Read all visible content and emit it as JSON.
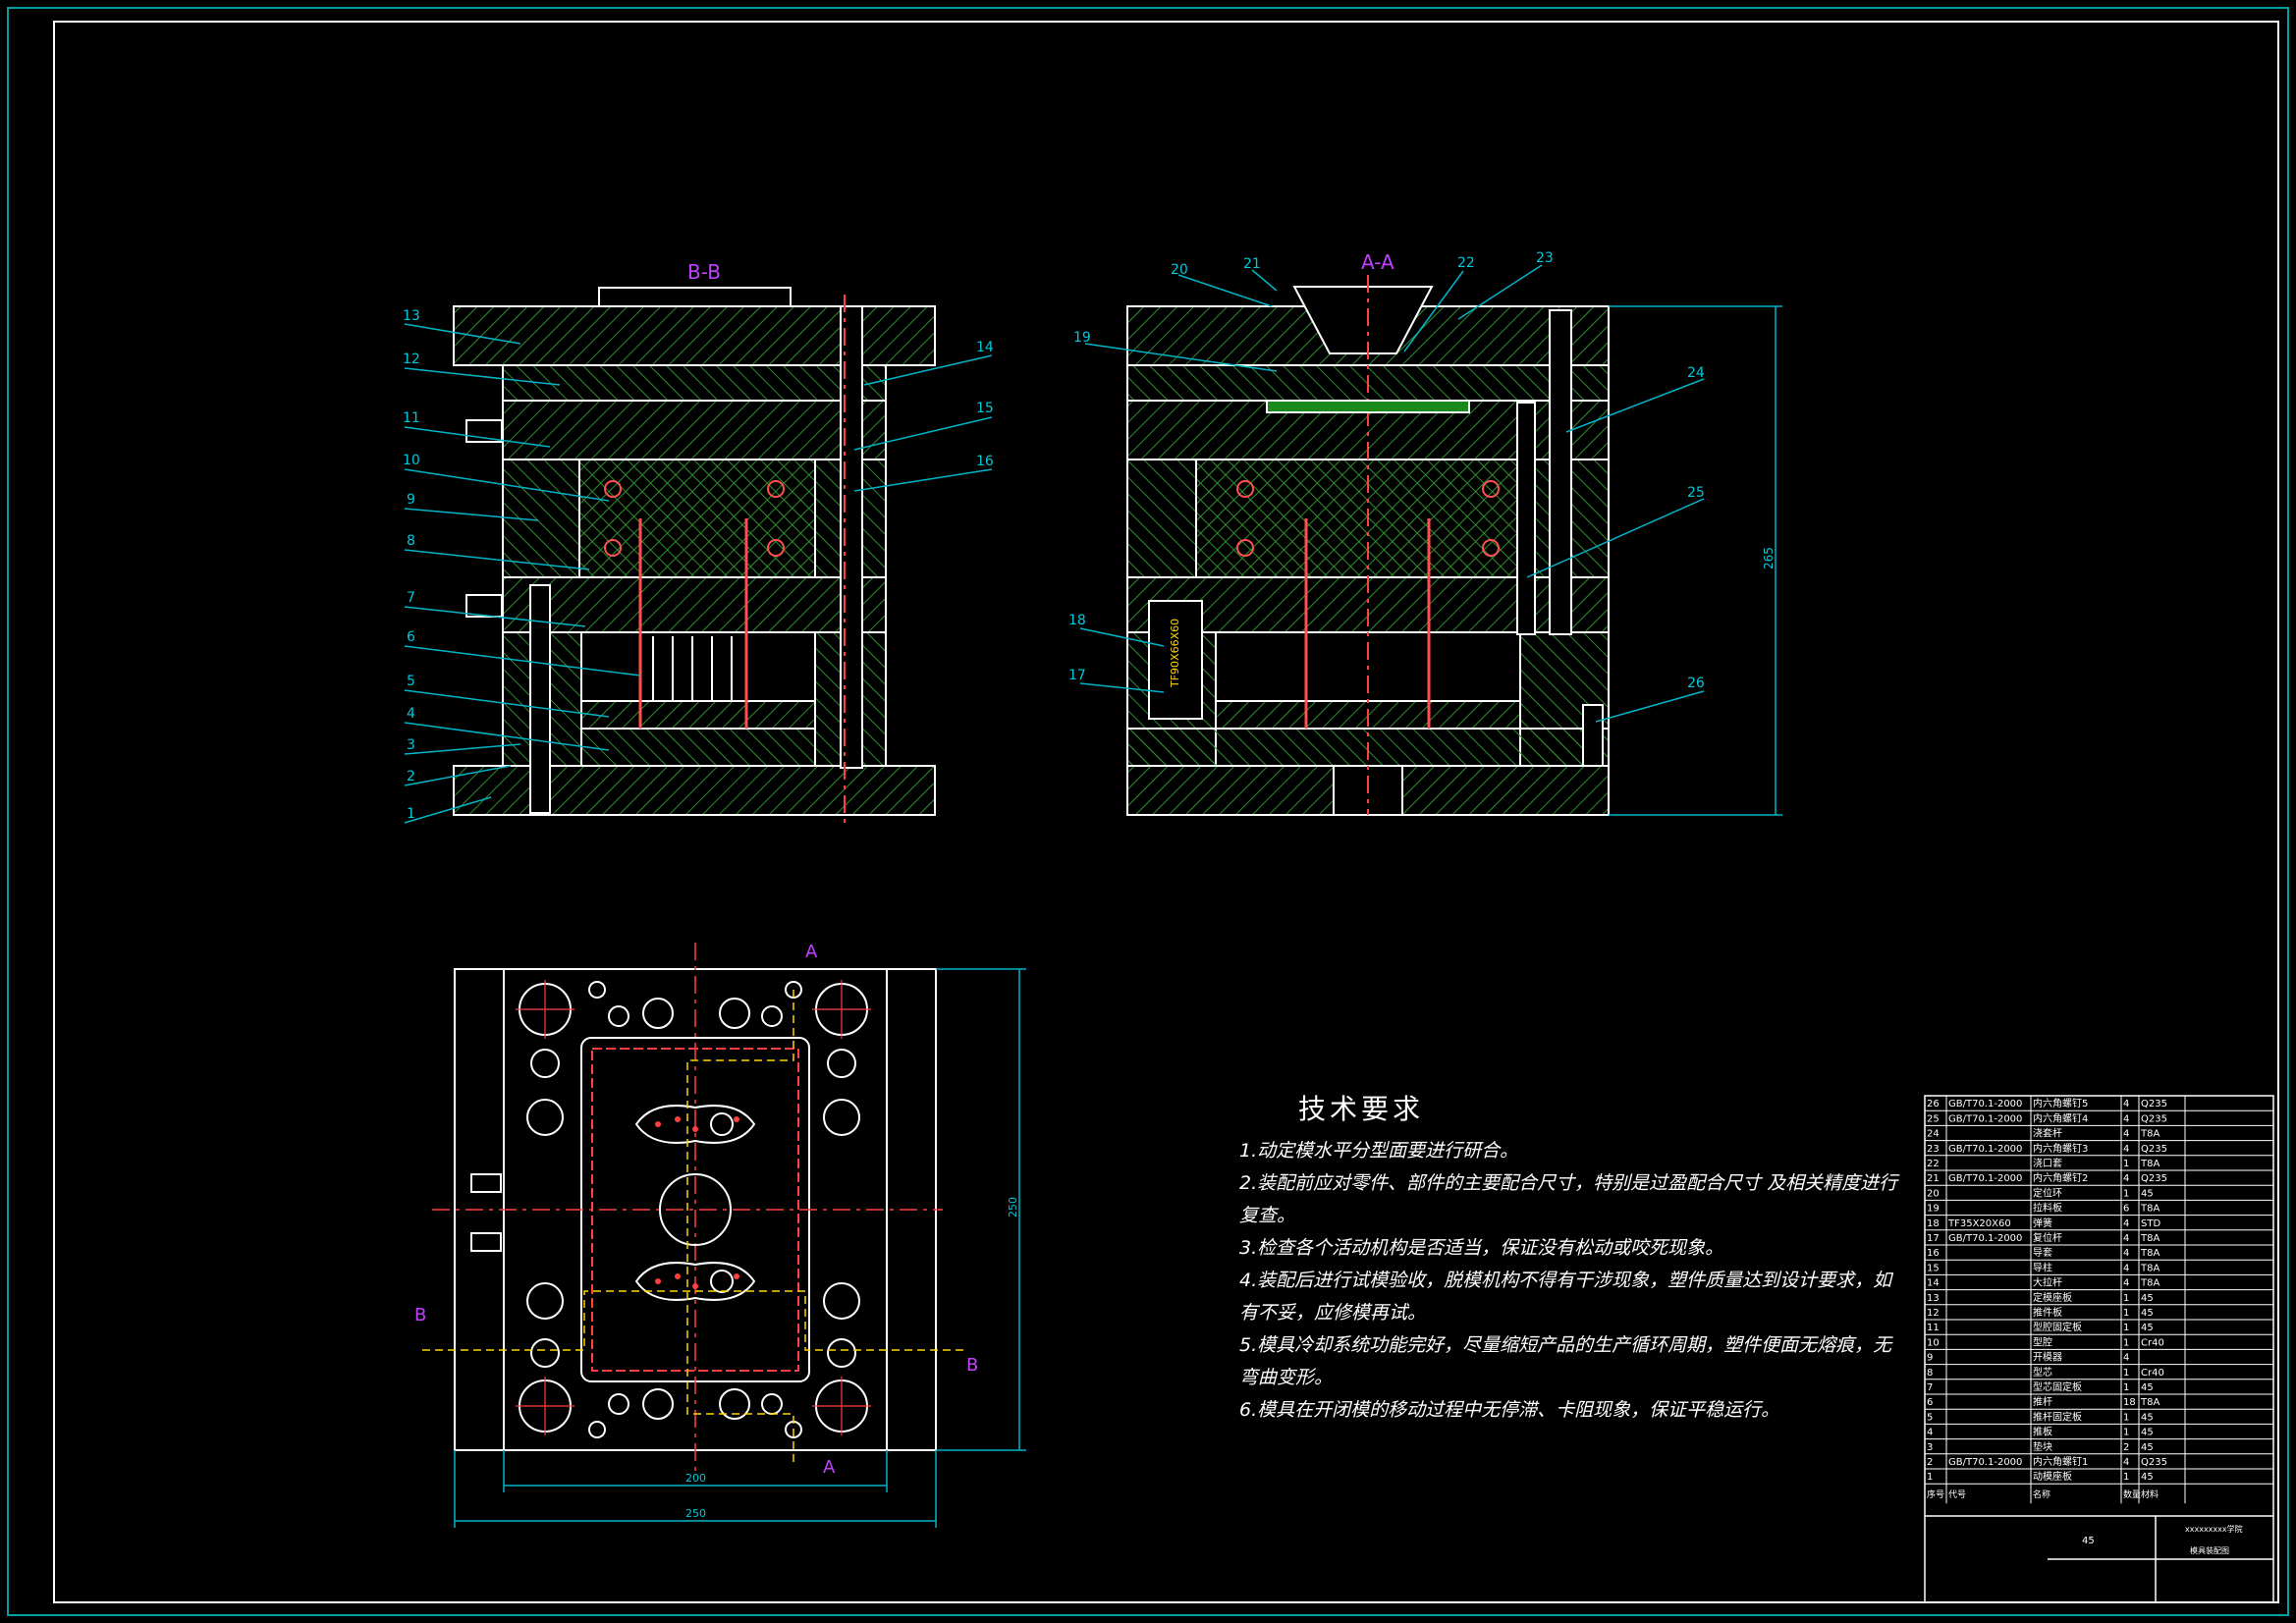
{
  "section_labels": {
    "bb": "B-B",
    "aa": "A-A"
  },
  "callouts_left": [
    "13",
    "12",
    "11",
    "10",
    "9",
    "8",
    "7",
    "6",
    "5",
    "4",
    "3",
    "2",
    "1",
    "14",
    "15",
    "16"
  ],
  "callouts_right": [
    "20",
    "21",
    "22",
    "23",
    "19",
    "24",
    "25",
    "18",
    "17",
    "26"
  ],
  "dimensions": {
    "height_right": "265",
    "top_width_inner": "200",
    "top_width_outer": "250",
    "top_height": "250"
  },
  "component_label": "TF90X66X60",
  "plan_markers": {
    "A": "A",
    "B": "B"
  },
  "tech_requirements": {
    "title": "技术要求",
    "items": [
      "1.动定模水平分型面要进行研合。",
      "2.装配前应对零件、部件的主要配合尺寸，特别是过盈配合尺寸        及相关精度进行复查。",
      "3.检查各个活动机构是否适当，保证没有松动或咬死现象。",
      "4.装配后进行试模验收，脱模机构不得有干涉现象，塑件质量达到设计要求，如有不妥，应修模再试。",
      "5.模具冷却系统功能完好，尽量缩短产品的生产循环周期，塑件便面无熔痕，无弯曲变形。",
      "6.模具在开闭模的移动过程中无停滞、卡阻现象，保证平稳运行。"
    ]
  },
  "bom": {
    "rows": [
      [
        "26",
        "GB/T70.1-2000",
        "内六角螺钉5",
        "4",
        "Q235"
      ],
      [
        "25",
        "GB/T70.1-2000",
        "内六角螺钉4",
        "4",
        "Q235"
      ],
      [
        "24",
        "",
        "浇套杆",
        "4",
        "T8A"
      ],
      [
        "23",
        "GB/T70.1-2000",
        "内六角螺钉3",
        "4",
        "Q235"
      ],
      [
        "22",
        "",
        "浇口套",
        "1",
        "T8A"
      ],
      [
        "21",
        "GB/T70.1-2000",
        "内六角螺钉2",
        "4",
        "Q235"
      ],
      [
        "20",
        "",
        "定位环",
        "1",
        "45"
      ],
      [
        "19",
        "",
        "拉料板",
        "6",
        "T8A"
      ],
      [
        "18",
        "TF35X20X60",
        "弹簧",
        "4",
        "STD"
      ],
      [
        "17",
        "GB/T70.1-2000",
        "复位杆",
        "4",
        "T8A"
      ],
      [
        "16",
        "",
        "导套",
        "4",
        "T8A"
      ],
      [
        "15",
        "",
        "导柱",
        "4",
        "T8A"
      ],
      [
        "14",
        "",
        "大拉杆",
        "4",
        "T8A"
      ],
      [
        "13",
        "",
        "定模座板",
        "1",
        "45"
      ],
      [
        "12",
        "",
        "推件板",
        "1",
        "45"
      ],
      [
        "11",
        "",
        "型腔固定板",
        "1",
        "45"
      ],
      [
        "10",
        "",
        "型腔",
        "1",
        "Cr40"
      ],
      [
        "9",
        "",
        "开模器",
        "4",
        ""
      ],
      [
        "8",
        "",
        "型芯",
        "1",
        "Cr40"
      ],
      [
        "7",
        "",
        "型芯固定板",
        "1",
        "45"
      ],
      [
        "6",
        "",
        "推杆",
        "18",
        "T8A"
      ],
      [
        "5",
        "",
        "推杆固定板",
        "1",
        "45"
      ],
      [
        "4",
        "",
        "推板",
        "1",
        "45"
      ],
      [
        "3",
        "",
        "垫块",
        "2",
        "45"
      ],
      [
        "2",
        "GB/T70.1-2000",
        "内六角螺钉1",
        "4",
        "Q235"
      ],
      [
        "1",
        "",
        "动模座板",
        "1",
        "45"
      ]
    ],
    "header": [
      "序号",
      "代号",
      "名称",
      "数量",
      "材料"
    ],
    "material": "45",
    "school": "xxxxxxxxx学院",
    "drawing_name": "模具装配图"
  }
}
